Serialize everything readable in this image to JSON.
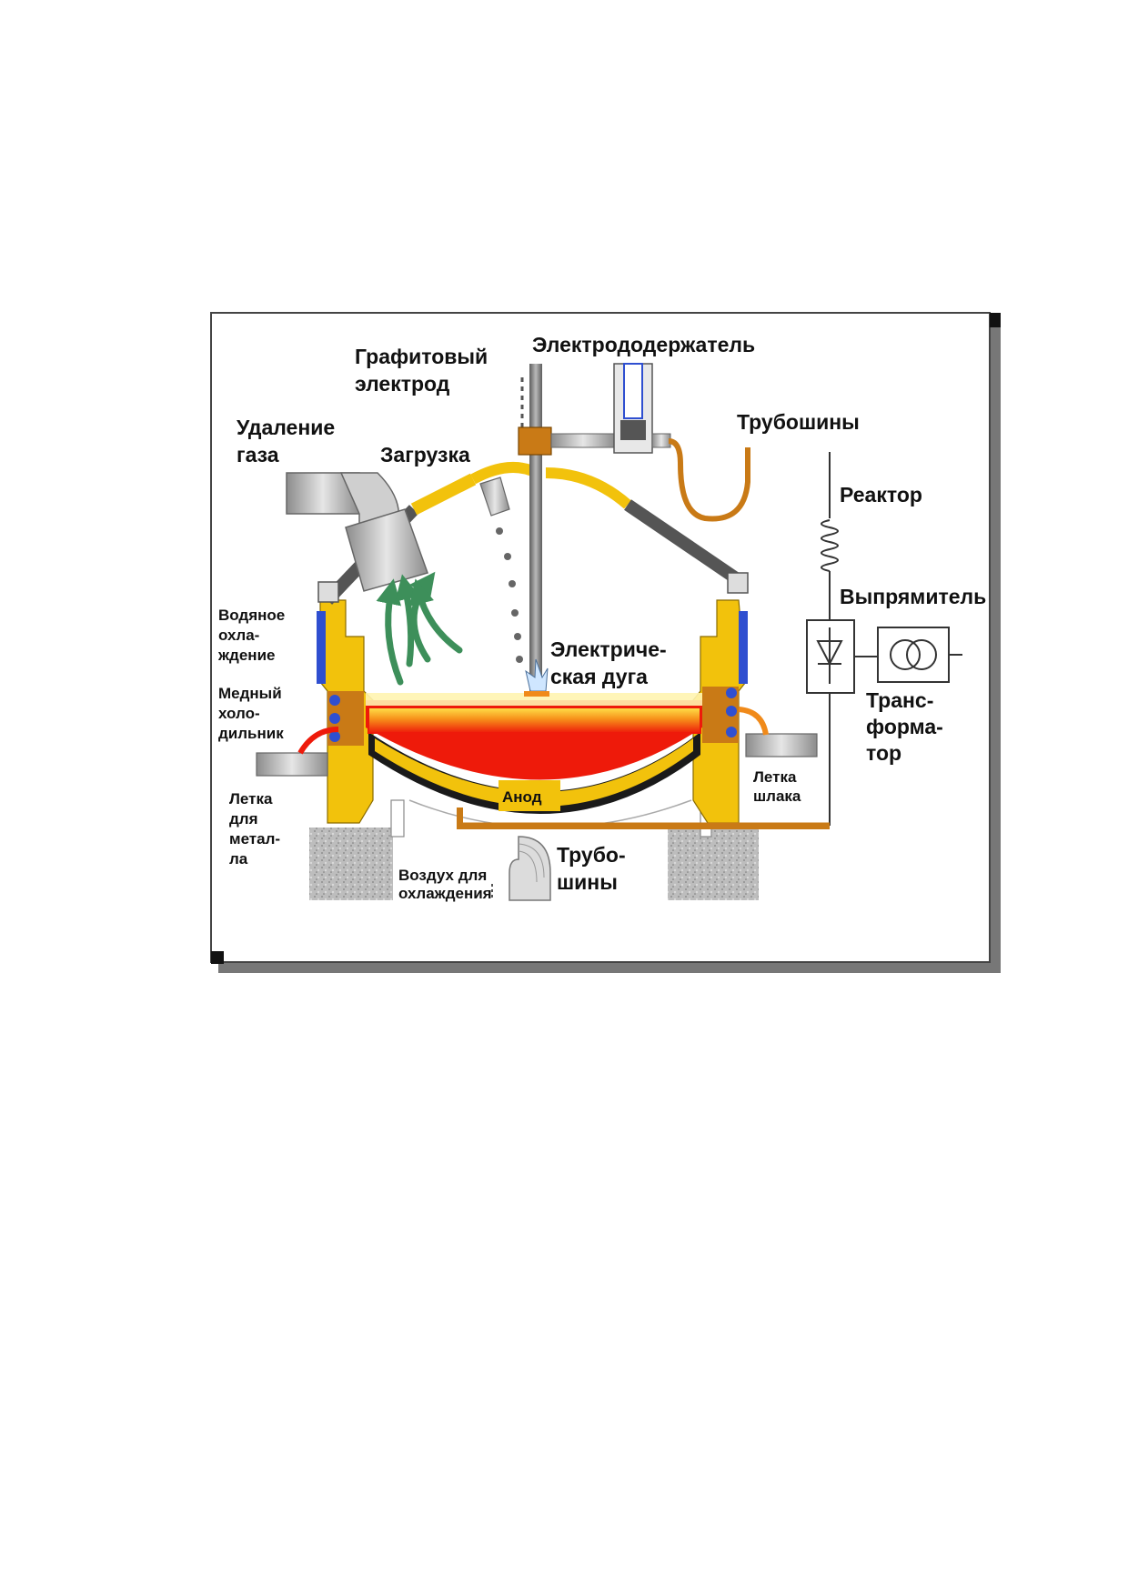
{
  "labels": {
    "graphite_electrode": [
      "Графитовый",
      "электрод"
    ],
    "electrode_holder": "Электрододержатель",
    "gas_removal": [
      "Удаление",
      "газа"
    ],
    "charging": "Загрузка",
    "busbars_top": "Трубошины",
    "reactor": "Реактор",
    "rectifier": "Выпрямитель",
    "water_cooling": [
      "Водяное",
      "охла-",
      "ждение"
    ],
    "electric_arc": [
      "Электриче-",
      "ская дуга"
    ],
    "copper_cooler": [
      "Медный",
      "холо-",
      "дильник"
    ],
    "transformer": [
      "Транс-",
      "форма-",
      "тор"
    ],
    "slag_taphole": [
      "Летка",
      "шлака"
    ],
    "anode": "Анод",
    "metal_taphole": [
      "Летка",
      "для",
      "метал-",
      "ла"
    ],
    "cooling_air": [
      "Воздух для",
      "охлаждения"
    ],
    "busbars_bottom": [
      "Трубо-",
      "шины"
    ]
  },
  "colors": {
    "frame": "#444444",
    "frame_shadow": "#777777",
    "furnace_yellow": "#f2c20c",
    "melt_red": "#ee1a0a",
    "melt_orange": "#f7a11a",
    "copper": "#c97a16",
    "gas_arrow": "#3d8f5a",
    "water_blue": "#2f4fd0",
    "steel_gray": "#9a9a9a",
    "foundation": "#b8b8b8"
  }
}
